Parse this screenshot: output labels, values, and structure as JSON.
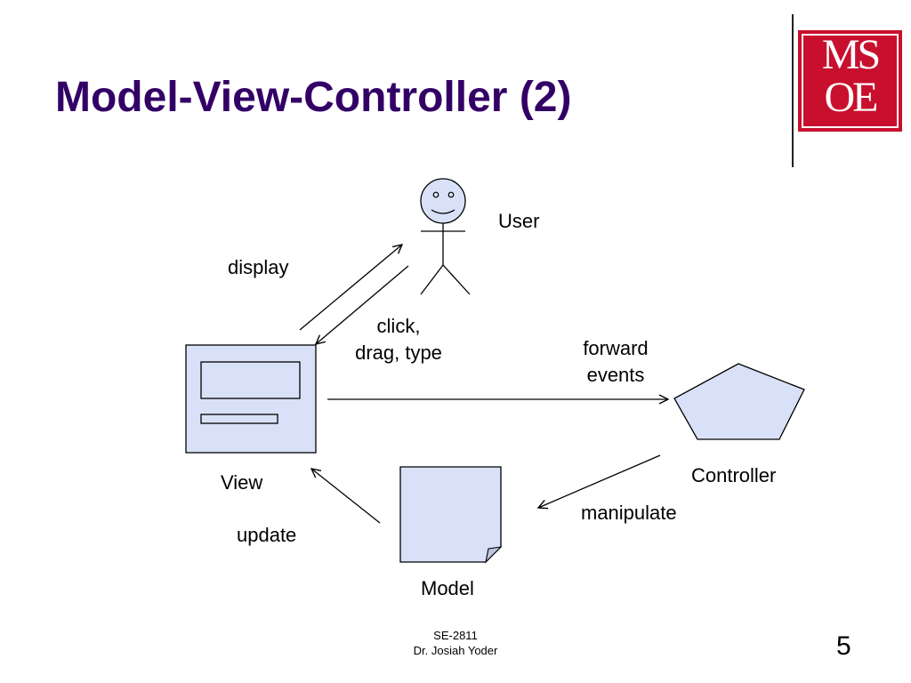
{
  "slide": {
    "title": "Model-View-Controller (2)",
    "logo": {
      "line1": "MS",
      "line2": "OE",
      "color": "#c8102e"
    },
    "title_color": "#330066",
    "shape_fill": "#d9e1f8"
  },
  "diagram": {
    "user_label": "User",
    "view_label": "View",
    "controller_label": "Controller",
    "model_label": "Model",
    "display_label": "display",
    "click_label_line1": "click,",
    "click_label_line2": "drag, type",
    "forward_label_line1": "forward",
    "forward_label_line2": "events",
    "manipulate_label": "manipulate",
    "update_label": "update"
  },
  "footer": {
    "course": "SE-2811",
    "author": "Dr. Josiah Yoder",
    "page_number": "5"
  }
}
